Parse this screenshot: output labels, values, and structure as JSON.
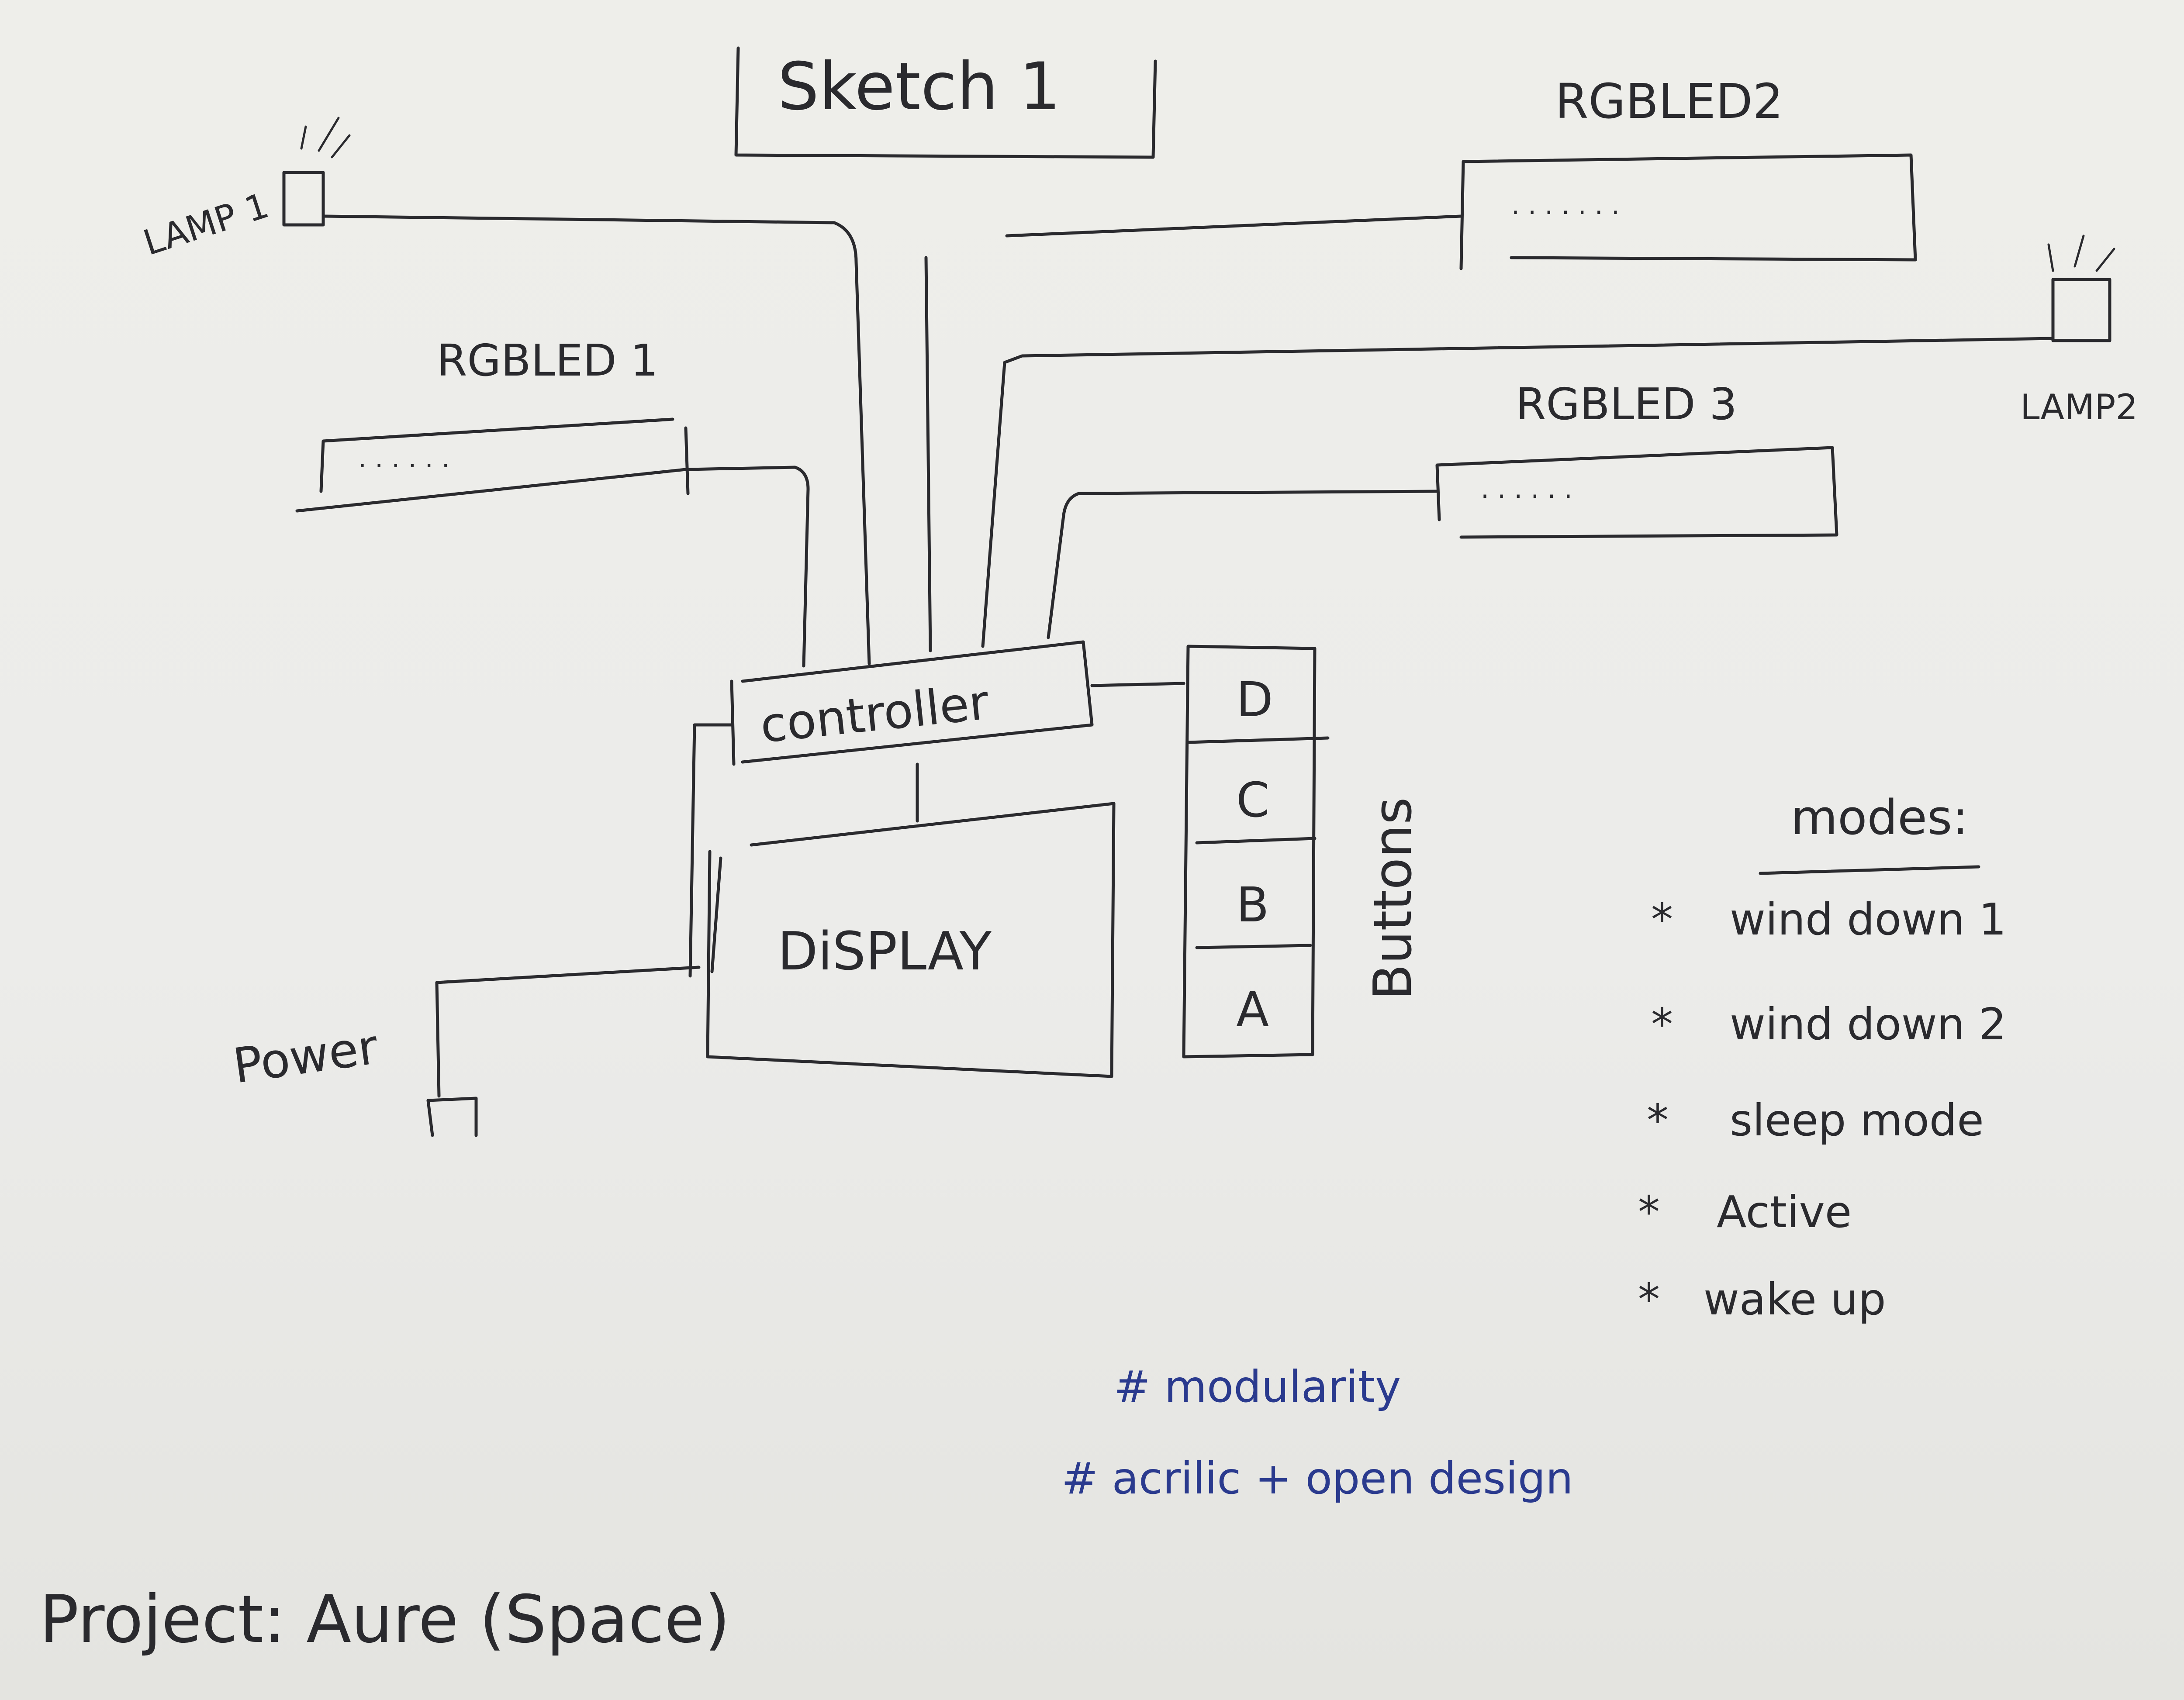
{
  "title": "Sketch 1",
  "components": {
    "lamp1": "LAMP 1",
    "lamp2": "LAMP2",
    "rgbled1": "RGBLED 1",
    "rgbled2": "RGBLED2",
    "rgbled3": "RGBLED 3",
    "controller": "controller",
    "display": "DiSPLAY",
    "power": "Power",
    "buttons_label": "Buttons",
    "buttons": [
      "D",
      "C",
      "B",
      "A"
    ]
  },
  "modes": {
    "heading": "modes:",
    "items": [
      "wind down 1",
      "wind down 2",
      "sleep mode",
      "Active",
      "wake up"
    ]
  },
  "notes": [
    "# modularity",
    "# acrilic + open design"
  ],
  "project": "Project: Aure (Space)",
  "colors": {
    "ink": "#2a2a2e",
    "blue_ink": "#2a3a8e",
    "paper": "#ececea"
  }
}
